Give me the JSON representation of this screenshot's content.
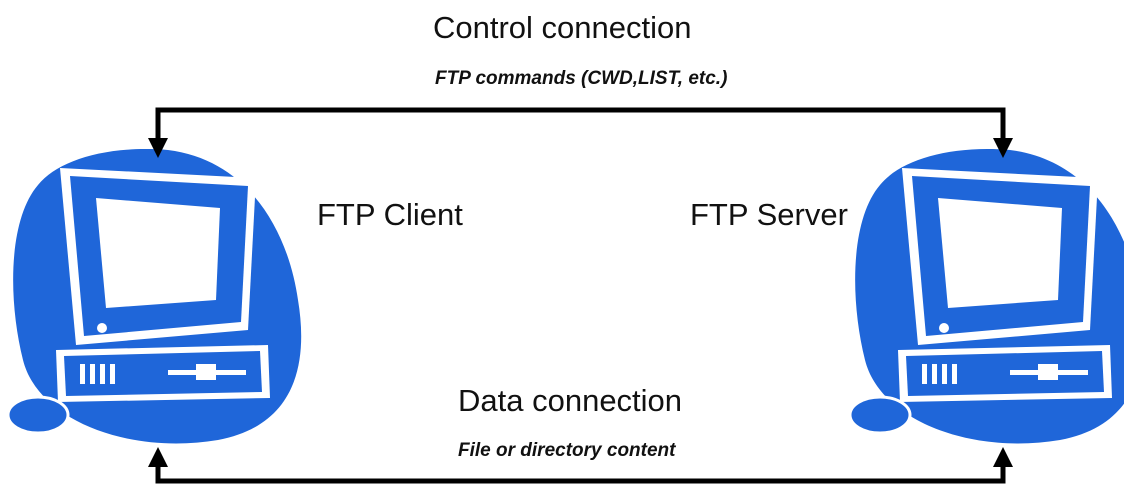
{
  "control": {
    "title": "Control connection",
    "subtitle": "FTP commands (CWD,LIST, etc.)"
  },
  "data_conn": {
    "title": "Data connection",
    "subtitle": "File or directory content"
  },
  "client": {
    "label": "FTP Client",
    "icon": "desktop-computer-icon"
  },
  "server": {
    "label": "FTP Server",
    "icon": "desktop-computer-icon"
  },
  "colors": {
    "computer": "#1f66d9",
    "line": "#000000",
    "text": "#111111"
  }
}
